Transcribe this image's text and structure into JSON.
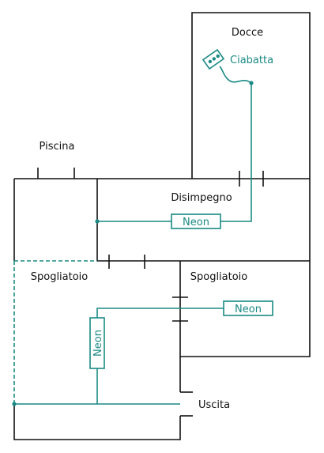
{
  "colors": {
    "wall": "#111111",
    "wire": "#1a8a84",
    "background": "#ffffff"
  },
  "rooms": {
    "docce": "Docce",
    "piscina": "Piscina",
    "disimpegno": "Disimpegno",
    "spogliatoio_left": "Spogliatoio",
    "spogliatoio_right": "Spogliatoio",
    "uscita": "Uscita"
  },
  "devices": {
    "ciabatta": {
      "label": "Ciabatta",
      "icon": "power-strip-icon"
    },
    "neon_disimpegno": {
      "label": "Neon",
      "icon": "neon-light-icon"
    },
    "neon_spogliatoio_right": {
      "label": "Neon",
      "icon": "neon-light-icon"
    },
    "neon_spogliatoio_left": {
      "label": "Neon",
      "icon": "neon-light-icon"
    }
  }
}
